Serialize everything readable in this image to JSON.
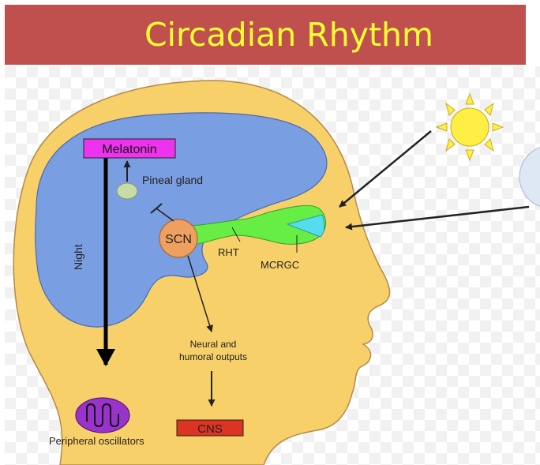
{
  "title": "Circadian Rhythm",
  "labels": {
    "melatonin": "Melatonin",
    "pineal_gland": "Pineal gland",
    "scn": "SCN",
    "rht": "RHT",
    "mcrgc": "MCRGC",
    "night": "Night",
    "neural_line1": "Neural and",
    "neural_line2": "humoral outputs",
    "cns": "CNS",
    "peripheral": "Peripheral oscillators"
  },
  "colors": {
    "title_bg": "#c0504d",
    "title_text": "#ffff33",
    "head": "#f8d06a",
    "brain": "#7a9ee2",
    "retina_path": "#66ee44",
    "eye_lens": "#55ddee",
    "melatonin_box": "#ee33ee",
    "cns_box": "#dd3322",
    "oscillator": "#9933cc",
    "sun": "#ffee44"
  }
}
